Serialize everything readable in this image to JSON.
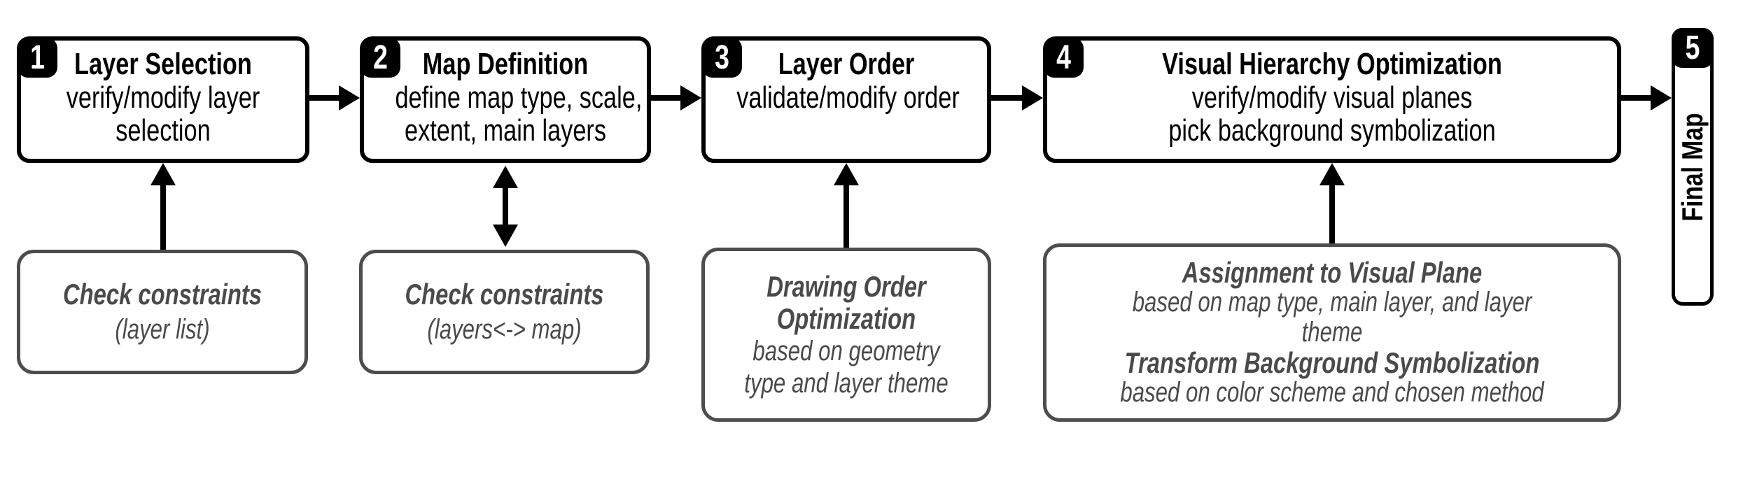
{
  "colors": {
    "outline": "#000000",
    "step_text": "#000000",
    "badge_fill": "#000000",
    "badge_text": "#ffffff",
    "check_outline": "#4d4d4d",
    "check_text": "#4a4a4a",
    "background": "#ffffff"
  },
  "steps": [
    {
      "number": "1",
      "title": "Layer Selection",
      "body_lines": [
        "verify/modify layer",
        "selection"
      ]
    },
    {
      "number": "2",
      "title": "Map Definition",
      "body_lines": [
        "define map type, scale,",
        "extent, main layers"
      ]
    },
    {
      "number": "3",
      "title": "Layer Order",
      "body_lines": [
        "validate/modify order"
      ]
    },
    {
      "number": "4",
      "title": "Visual Hierarchy Optimization",
      "body_lines": [
        "verify/modify visual planes",
        "pick background symbolization"
      ]
    },
    {
      "number": "5",
      "title": "Final Map"
    }
  ],
  "checks": [
    {
      "id": "check-layer-list",
      "title": "Check constraints",
      "detail": "(layer list)"
    },
    {
      "id": "check-layers-map",
      "title": "Check constraints",
      "detail": "(layers<-> map)"
    },
    {
      "id": "drawing-order-optimization",
      "title_lines": [
        "Drawing Order",
        "Optimization"
      ],
      "detail_lines": [
        "based on geometry",
        "type and layer theme"
      ]
    },
    {
      "id": "assignment-visual-plane",
      "sections": [
        {
          "title": "Assignment to Visual Plane",
          "detail_lines": [
            "based on map type, main layer, and layer",
            "theme"
          ]
        },
        {
          "title": "Transform Background Symbolization",
          "detail_lines": [
            "based on color scheme and chosen method"
          ]
        }
      ]
    }
  ],
  "connections": [
    {
      "from": "step-1",
      "to": "step-2",
      "type": "arrow-right"
    },
    {
      "from": "step-2",
      "to": "step-3",
      "type": "arrow-right"
    },
    {
      "from": "step-3",
      "to": "step-4",
      "type": "arrow-right"
    },
    {
      "from": "step-4",
      "to": "step-5",
      "type": "arrow-right"
    },
    {
      "from": "check-layer-list",
      "to": "step-1",
      "type": "arrow-up"
    },
    {
      "from": "step-2",
      "to": "check-layers-map",
      "type": "arrow-both"
    },
    {
      "from": "drawing-order-optimization",
      "to": "step-3",
      "type": "arrow-up"
    },
    {
      "from": "assignment-visual-plane",
      "to": "step-4",
      "type": "arrow-up"
    }
  ]
}
